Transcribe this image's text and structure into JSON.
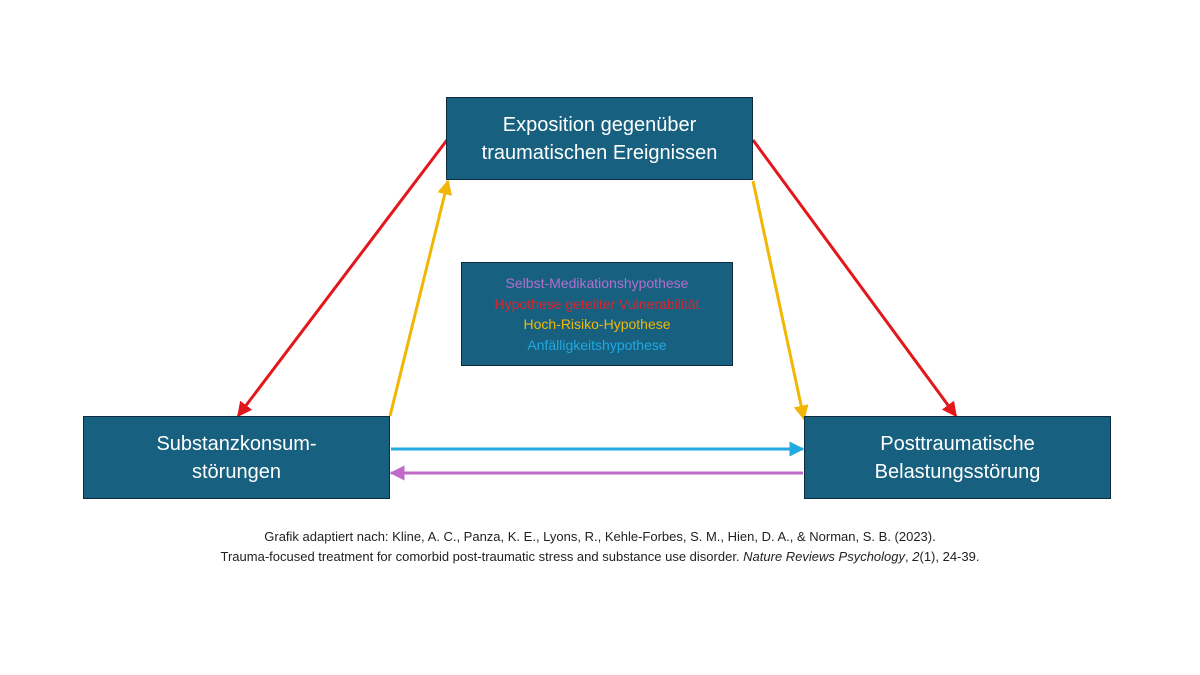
{
  "nodes": {
    "top": {
      "line1": "Exposition gegenüber",
      "line2": "traumatischen Ereignissen"
    },
    "left": {
      "line1": "Substanzkonsum-",
      "line2": "störungen"
    },
    "right": {
      "line1": "Posttraumatische",
      "line2": "Belastungsstörung"
    }
  },
  "legend": [
    {
      "label": "Selbst-Medikationshypothese",
      "color": "#b36fd0"
    },
    {
      "label": "Hypothese geteilter Vulnerabilität",
      "color": "#d9262e"
    },
    {
      "label": "Hoch-Risiko-Hypothese",
      "color": "#f2b705"
    },
    {
      "label": "Anfälligkeitshypothese",
      "color": "#23a8e0"
    }
  ],
  "citation": {
    "line1": "Grafik adaptiert nach: Kline, A. C., Panza, K. E., Lyons, R., Kehle-Forbes, S. M., Hien, D. A., & Norman, S. B. (2023).",
    "line2_pre": "Trauma-focused treatment for comorbid post-traumatic stress and substance use disorder. ",
    "journal": "Nature Reviews Psychology",
    "sep": ", ",
    "volume": "2",
    "issue_pages": "(1), 24-39."
  },
  "colors": {
    "box_fill": "#17607f",
    "red": "#e3161c",
    "yellow": "#f2b705",
    "blue": "#23a8e0",
    "purple": "#c06ac8"
  }
}
